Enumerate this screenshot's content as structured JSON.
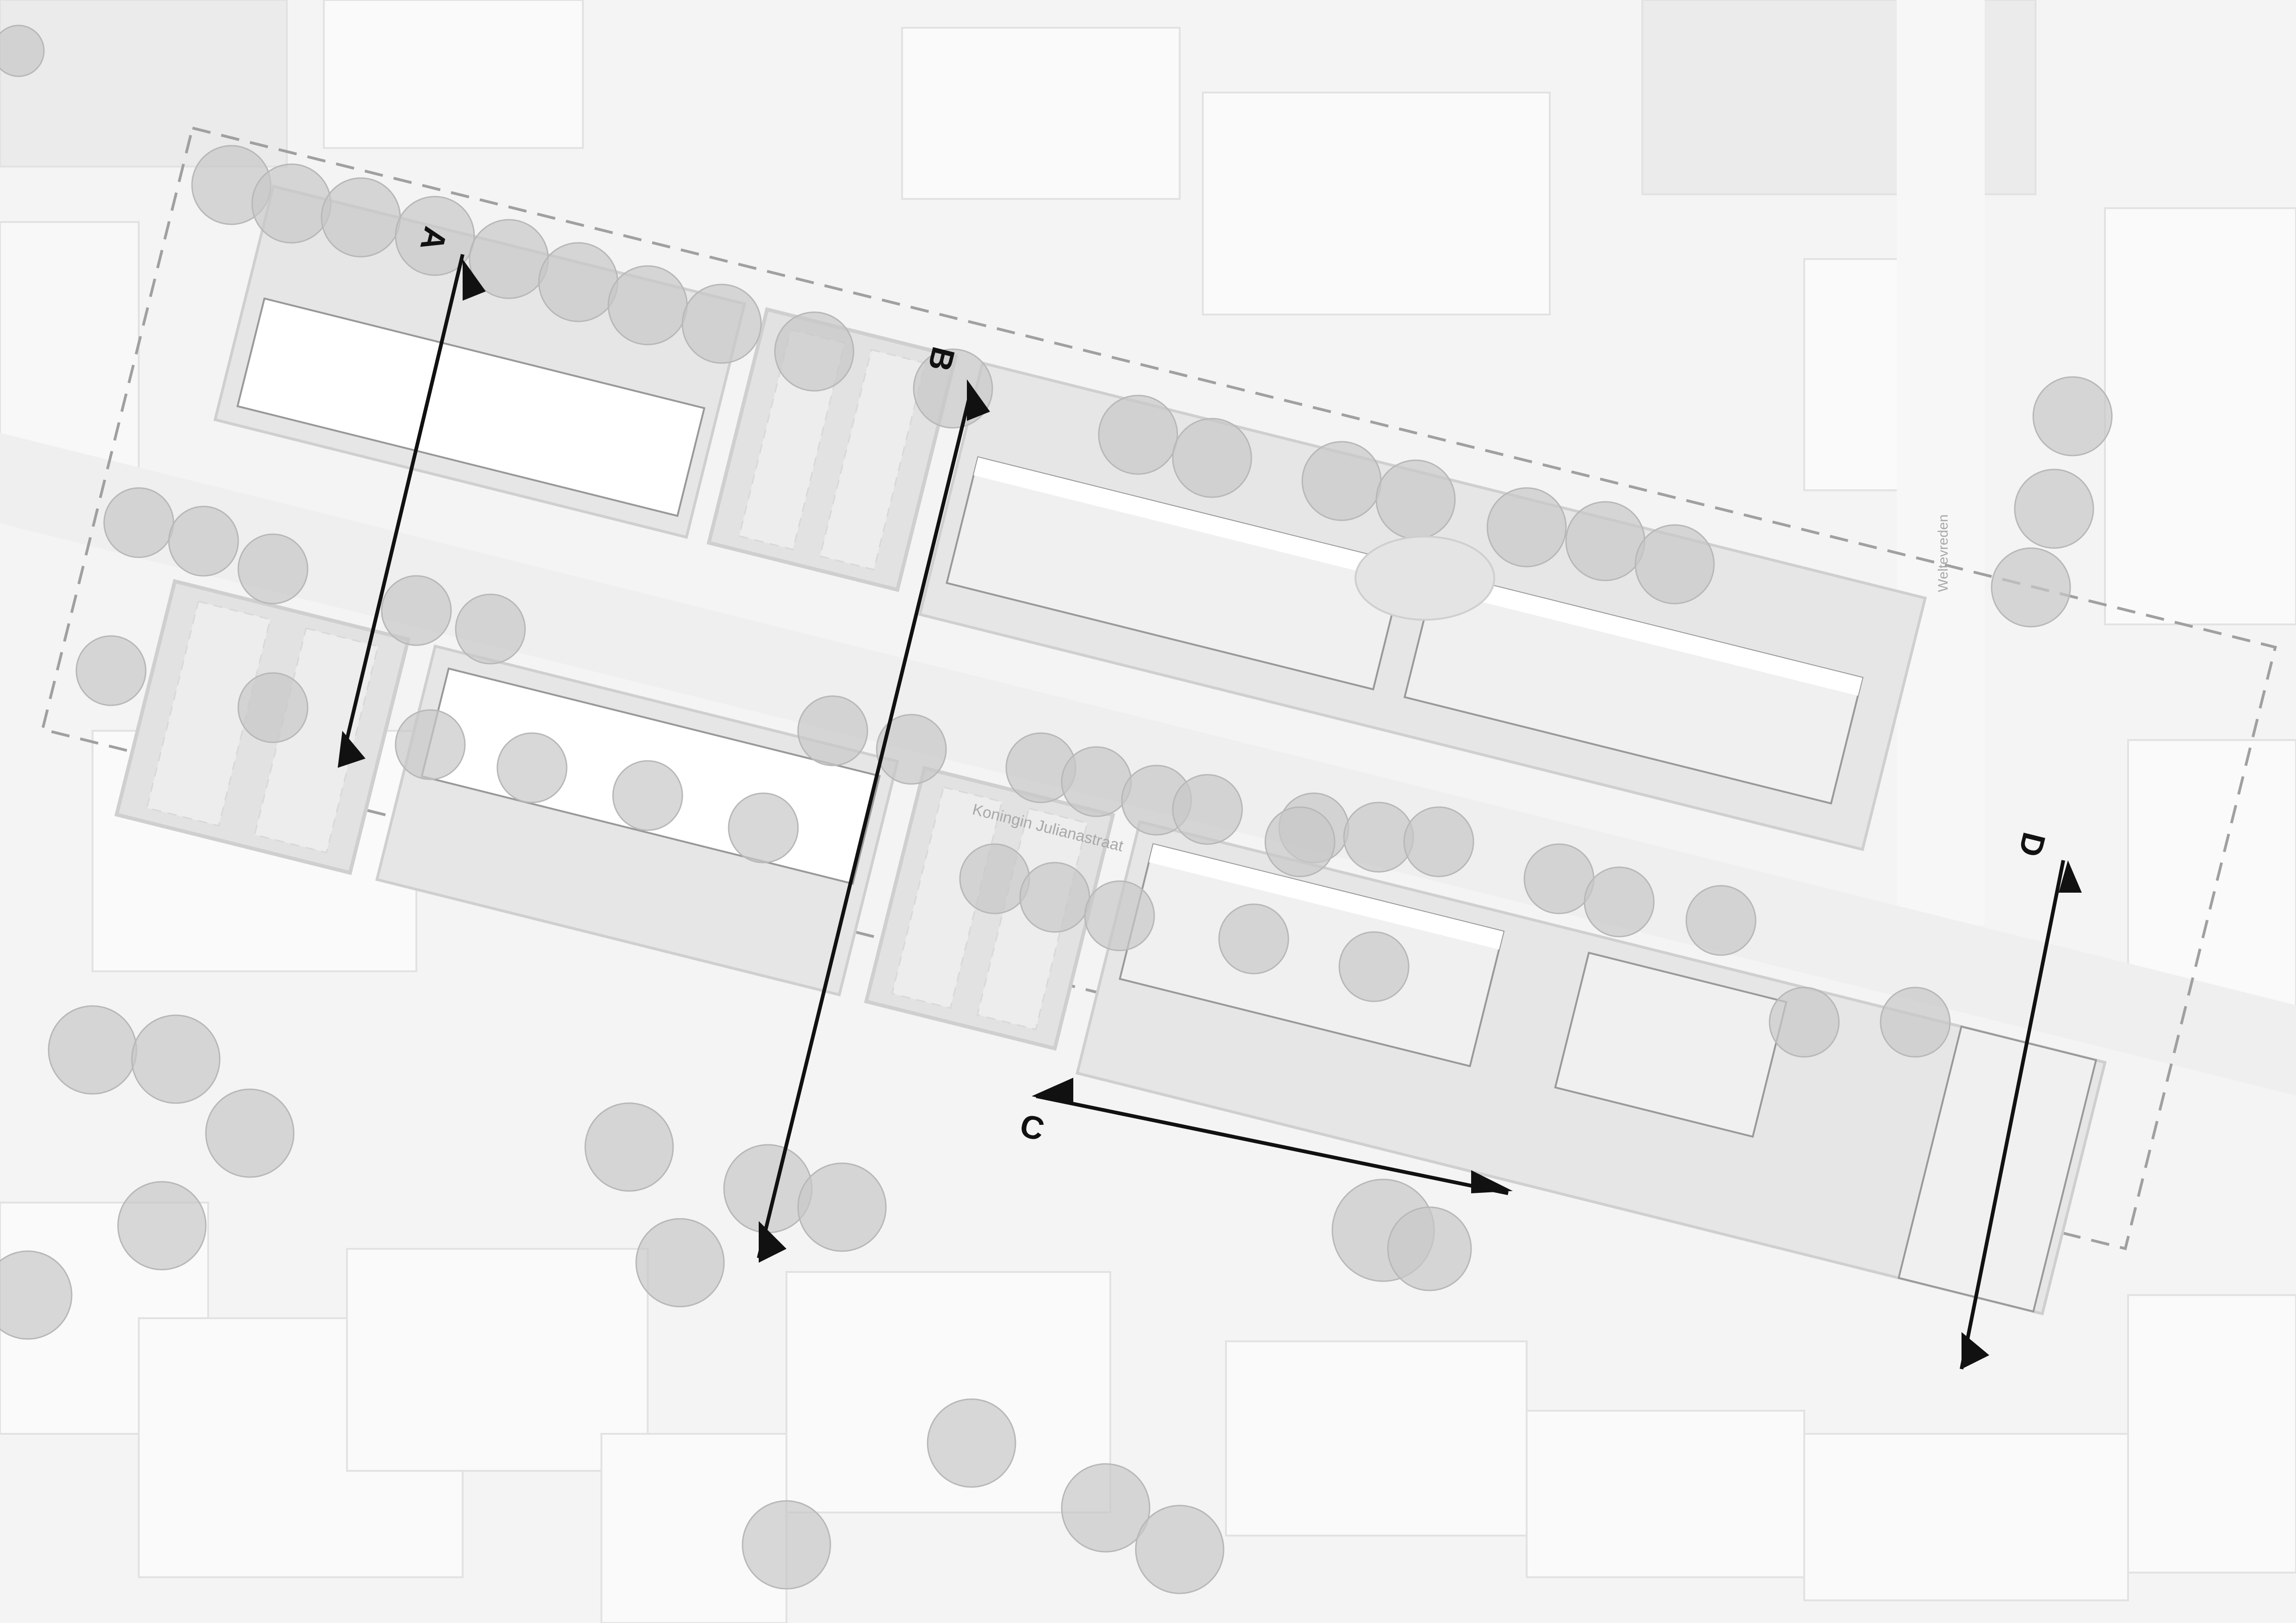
{
  "plan": {
    "street_labels": {
      "main_street": "Koningin Julianastraat",
      "side_street": "Weltevreden"
    },
    "section_markers": {
      "a": "A",
      "b": "B",
      "c": "C",
      "d": "D"
    }
  },
  "colors": {
    "background": "#f4f4f4",
    "building_white": "#ffffff",
    "building_grey": "#ececec",
    "tree_canopy": "#c8c8c8",
    "section_line": "#111111",
    "boundary_dash": "#a0a0a0"
  }
}
